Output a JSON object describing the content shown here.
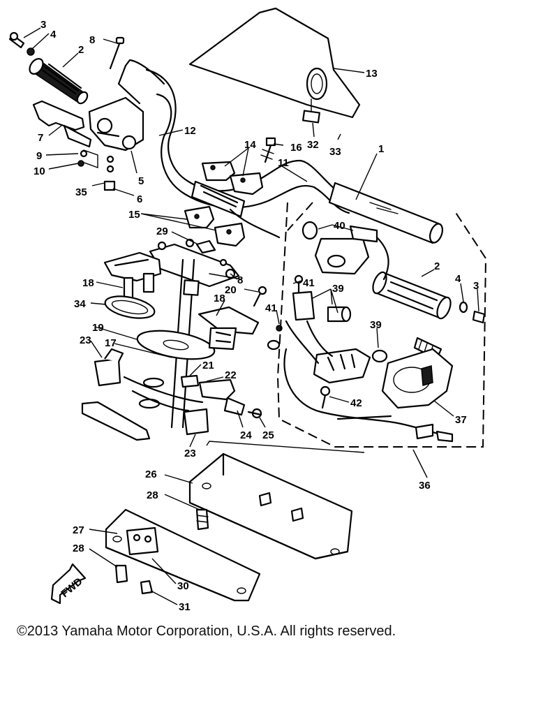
{
  "copyright": "©2013 Yamaha Motor Corporation, U.S.A. All rights reserved.",
  "direction_arrow": "FWD",
  "callouts": [
    {
      "id": "c-3a",
      "text": "3"
    },
    {
      "id": "c-4a",
      "text": "4"
    },
    {
      "id": "c-2a",
      "text": "2"
    },
    {
      "id": "c-8a",
      "text": "8"
    },
    {
      "id": "c-7",
      "text": "7"
    },
    {
      "id": "c-9",
      "text": "9"
    },
    {
      "id": "c-10",
      "text": "10"
    },
    {
      "id": "c-35",
      "text": "35"
    },
    {
      "id": "c-5",
      "text": "5"
    },
    {
      "id": "c-6",
      "text": "6"
    },
    {
      "id": "c-12",
      "text": "12"
    },
    {
      "id": "c-13",
      "text": "13"
    },
    {
      "id": "c-32",
      "text": "32"
    },
    {
      "id": "c-33",
      "text": "33"
    },
    {
      "id": "c-14",
      "text": "14"
    },
    {
      "id": "c-16",
      "text": "16"
    },
    {
      "id": "c-11",
      "text": "11"
    },
    {
      "id": "c-1",
      "text": "1"
    },
    {
      "id": "c-15",
      "text": "15"
    },
    {
      "id": "c-29",
      "text": "29"
    },
    {
      "id": "c-40",
      "text": "40"
    },
    {
      "id": "c-8b",
      "text": "8"
    },
    {
      "id": "c-18a",
      "text": "18"
    },
    {
      "id": "c-34",
      "text": "34"
    },
    {
      "id": "c-20",
      "text": "20"
    },
    {
      "id": "c-18b",
      "text": "18"
    },
    {
      "id": "c-41a",
      "text": "41"
    },
    {
      "id": "c-39a",
      "text": "39"
    },
    {
      "id": "c-2b",
      "text": "2"
    },
    {
      "id": "c-4b",
      "text": "4"
    },
    {
      "id": "c-3b",
      "text": "3"
    },
    {
      "id": "c-41b",
      "text": "41"
    },
    {
      "id": "c-19",
      "text": "19"
    },
    {
      "id": "c-17",
      "text": "17"
    },
    {
      "id": "c-23a",
      "text": "23"
    },
    {
      "id": "c-39b",
      "text": "39"
    },
    {
      "id": "c-21",
      "text": "21"
    },
    {
      "id": "c-22",
      "text": "22"
    },
    {
      "id": "c-42",
      "text": "42"
    },
    {
      "id": "c-37",
      "text": "37"
    },
    {
      "id": "c-24",
      "text": "24"
    },
    {
      "id": "c-25",
      "text": "25"
    },
    {
      "id": "c-23b",
      "text": "23"
    },
    {
      "id": "c-36",
      "text": "36"
    },
    {
      "id": "c-26",
      "text": "26"
    },
    {
      "id": "c-28a",
      "text": "28"
    },
    {
      "id": "c-27",
      "text": "27"
    },
    {
      "id": "c-28b",
      "text": "28"
    },
    {
      "id": "c-30",
      "text": "30"
    },
    {
      "id": "c-31",
      "text": "31"
    }
  ]
}
